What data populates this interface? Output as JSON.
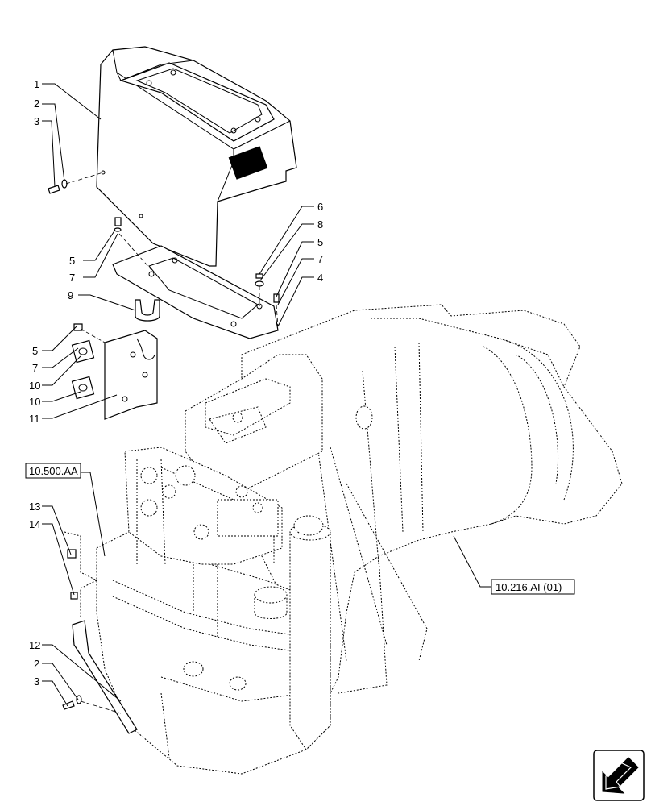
{
  "callouts": [
    {
      "text": "1"
    },
    {
      "text": "2"
    },
    {
      "text": "3"
    },
    {
      "text": "6"
    },
    {
      "text": "8"
    },
    {
      "text": "5"
    },
    {
      "text": "7"
    },
    {
      "text": "4"
    },
    {
      "text": "5"
    },
    {
      "text": "7"
    },
    {
      "text": "9"
    },
    {
      "text": "5"
    },
    {
      "text": "7"
    },
    {
      "text": "10"
    },
    {
      "text": "10"
    },
    {
      "text": "11"
    },
    {
      "text": "13"
    },
    {
      "text": "14"
    },
    {
      "text": "12"
    },
    {
      "text": "2"
    },
    {
      "text": "3"
    }
  ],
  "references": {
    "left": "10.500.AA",
    "right": "10.216.AI (01)"
  },
  "nav": {
    "icon": "next-page-arrow-icon"
  }
}
